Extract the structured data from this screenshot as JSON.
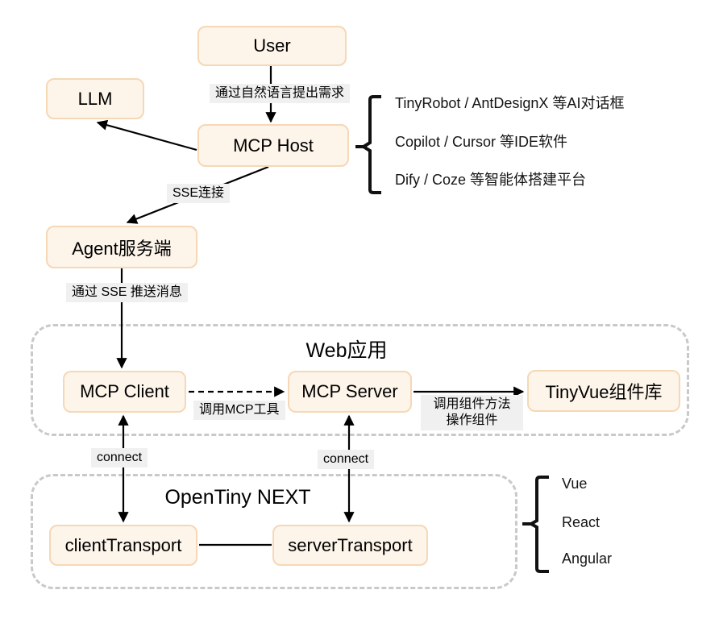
{
  "diagram": {
    "nodes": {
      "user": "User",
      "llm": "LLM",
      "mcp_host": "MCP Host",
      "agent_server": "Agent服务端",
      "mcp_client": "MCP Client",
      "mcp_server": "MCP Server",
      "tinyvue_library": "TinyVue组件库",
      "client_transport": "clientTransport",
      "server_transport": "serverTransport"
    },
    "containers": {
      "web_app": "Web应用",
      "opentiny_next": "OpenTiny NEXT"
    },
    "edge_labels": {
      "user_to_host": "通过自然语言提出需求",
      "host_to_agent": "SSE连接",
      "agent_to_client": "通过 SSE 推送消息",
      "client_to_server": "调用MCP工具",
      "server_to_tinyvue_line1": "调用组件方法",
      "server_to_tinyvue_line2": "操作组件",
      "client_connect": "connect",
      "server_connect": "connect"
    },
    "host_examples": [
      "TinyRobot / AntDesignX 等AI对话框",
      "Copilot / Cursor 等IDE软件",
      "Dify / Coze 等智能体搭建平台"
    ],
    "frameworks": [
      "Vue",
      "React",
      "Angular"
    ],
    "colors": {
      "node_fill": "#fdf4ea",
      "node_border": "#f5d8b6",
      "label_bg": "#f0f0f0",
      "container_border": "#c9c9c9",
      "arrow": "#000000"
    }
  }
}
